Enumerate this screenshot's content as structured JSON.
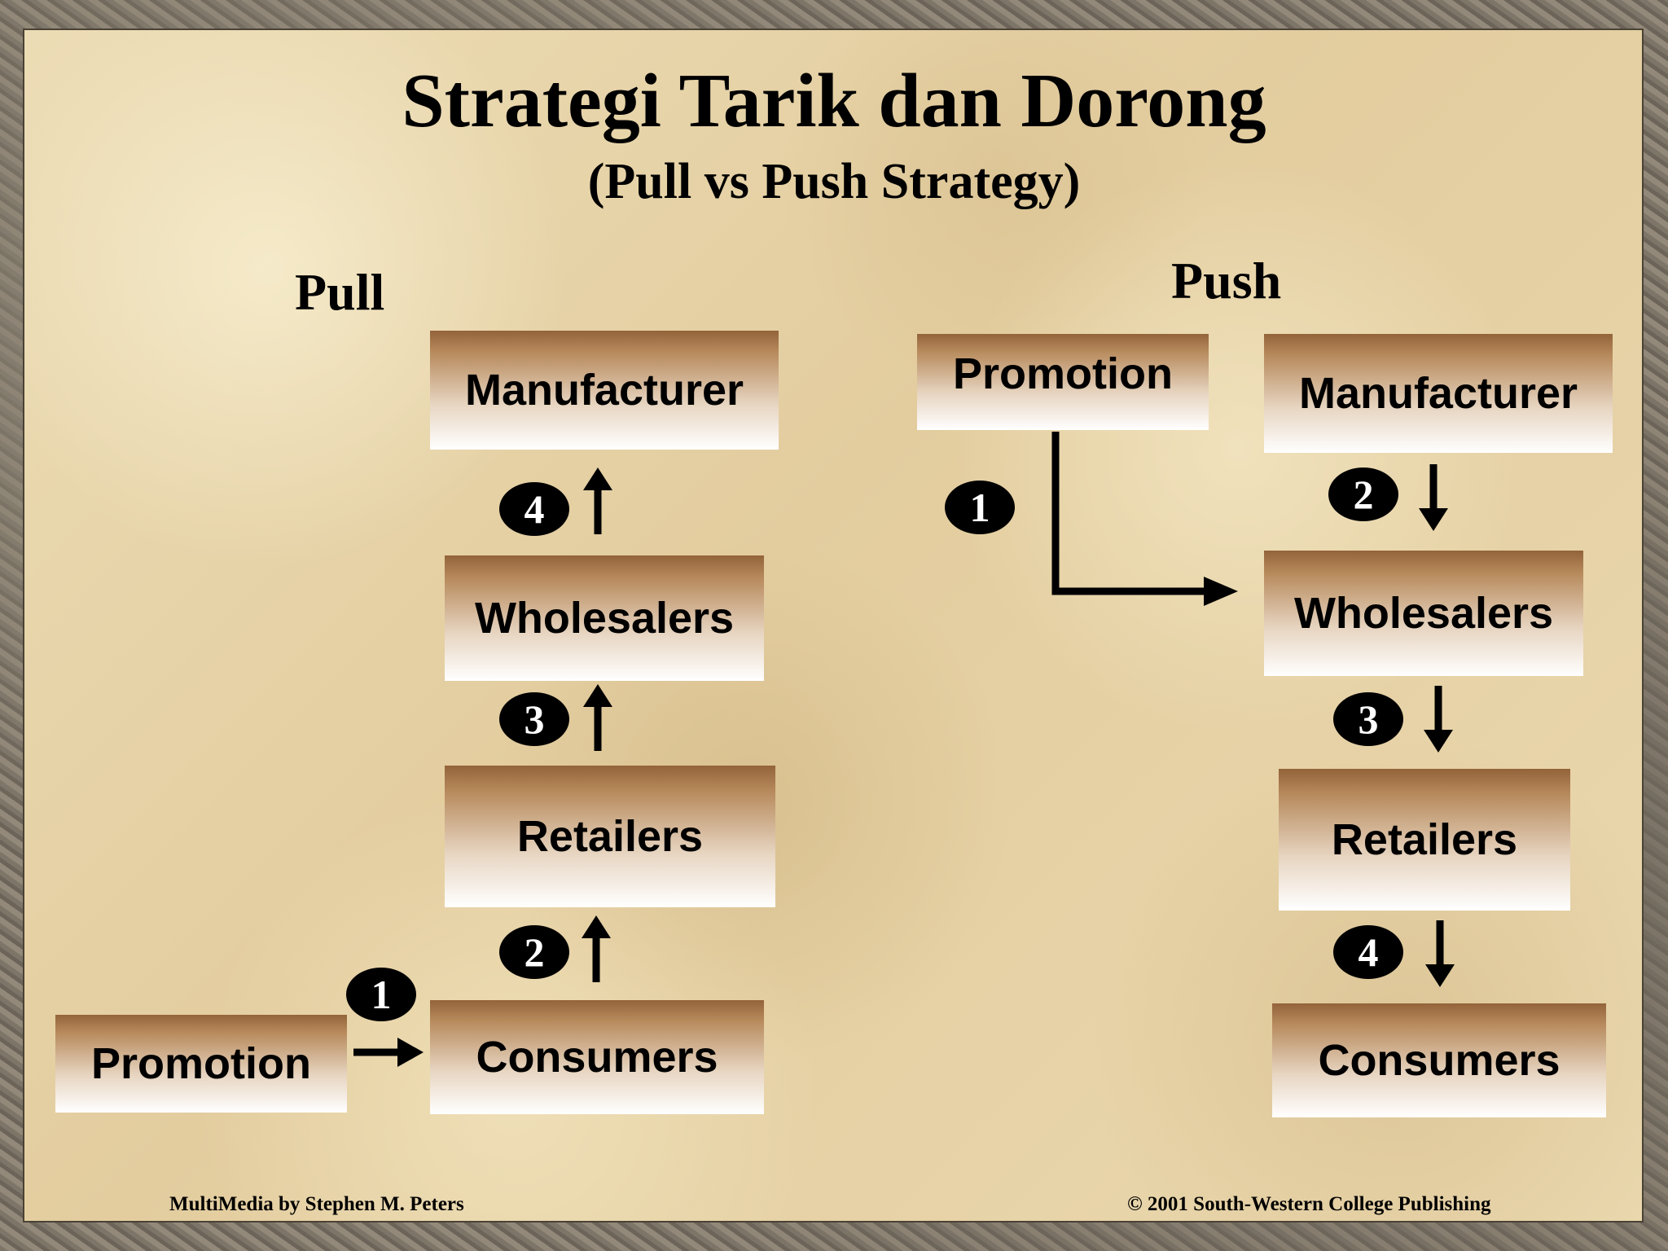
{
  "title": "Strategi Tarik dan Dorong",
  "subtitle": "(Pull vs Push Strategy)",
  "pull": {
    "heading": "Pull",
    "boxes": [
      "Manufacturer",
      "Wholesalers",
      "Retailers",
      "Consumers",
      "Promotion"
    ],
    "steps": [
      "1",
      "2",
      "3",
      "4"
    ]
  },
  "push": {
    "heading": "Push",
    "boxes": [
      "Promotion",
      "Manufacturer",
      "Wholesalers",
      "Retailers",
      "Consumers"
    ],
    "steps": [
      "1",
      "2",
      "3",
      "4"
    ]
  },
  "footer": {
    "left": "MultiMedia by Stephen M. Peters",
    "right": "© 2001 South-Western College Publishing"
  }
}
